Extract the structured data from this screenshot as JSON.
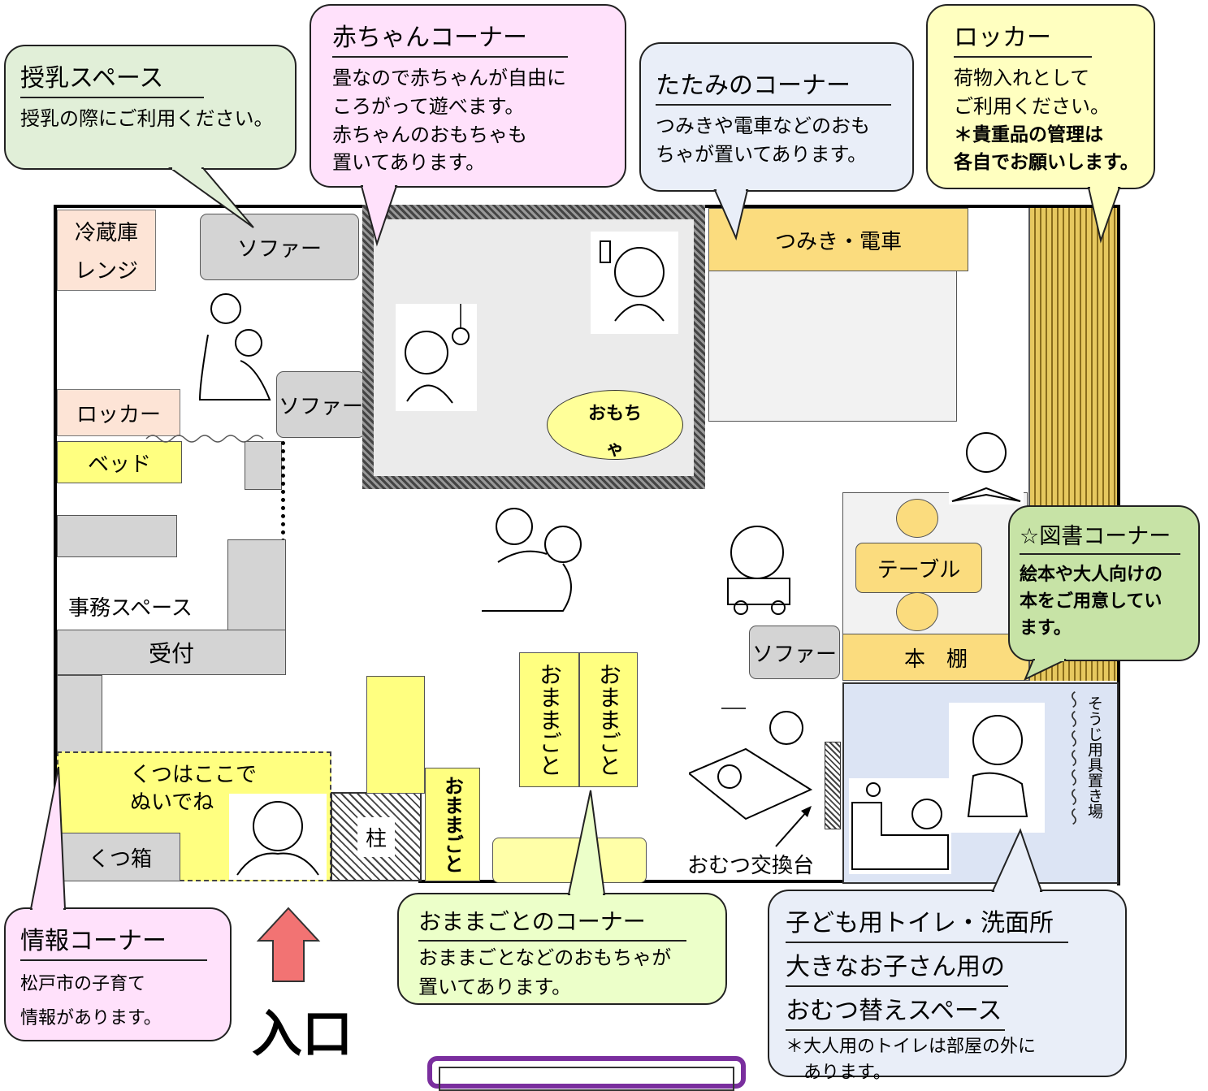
{
  "colors": {
    "green_bubble": "#e1efd8",
    "pink_bubble": "#ffe1fb",
    "blue_bubble": "#e9eef8",
    "yellow_bubble": "#ffffc0",
    "lime_bubble": "#ecffc9",
    "library_bubble": "#c7e3a6",
    "furniture_gray": "#d4d4d4",
    "furniture_yellow": "#ffff80",
    "furniture_peach": "#fde4d6",
    "furniture_gold": "#fbdc7e",
    "toilet_area": "#dce4f4",
    "locker_stripes": "#e6c85f",
    "entrance_arrow": "#f27373",
    "notice_border": "#7a2e9e"
  },
  "callouts": {
    "nursing": {
      "title": "授乳スペース",
      "body": "授乳の際にご利用ください。"
    },
    "baby_corner": {
      "title": "赤ちゃんコーナー",
      "body": "畳なので赤ちゃんが自由に\nころがって遊べます。\n赤ちゃんのおもちゃも\n置いてあります。"
    },
    "tatami_corner": {
      "title": "たたみのコーナー",
      "body": "つみきや電車などのおも\nちゃが置いてあります。"
    },
    "locker": {
      "title": "ロッカー",
      "body": "荷物入れとして\nご利用ください。",
      "note": "＊貴重品の管理は\n各自でお願いします。"
    },
    "library": {
      "title": "☆図書コーナー",
      "body": "絵本や大人向けの\n本をご用意してい\nます。"
    },
    "info": {
      "title": "情報コーナー",
      "body": "松戸市の子育て\n情報があります。"
    },
    "omamagoto_corner": {
      "title": "おままごとのコーナー",
      "body": "おままごとなどのおもちゃが\n置いてあります。"
    },
    "toilet": {
      "title_line1": "子ども用トイレ・洗面所",
      "title_line2": "大きなお子さん用の",
      "title_line3": "おむつ替えスペース",
      "note": "＊大人用のトイレは部屋の外に\n　あります。"
    }
  },
  "room_labels": {
    "fridge": "冷蔵庫",
    "range": "レンジ",
    "sofa": "ソファー",
    "locker": "ロッカー",
    "bed": "ベッド",
    "office": "事務スペース",
    "reception": "受付",
    "shoes_here": "くつはここで\nぬいでね",
    "shoe_box": "くつ箱",
    "pillar": "柱",
    "omamagoto": "おままごと",
    "blocks_trains": "つみき・電車",
    "toys": "おもち\nゃ",
    "table": "テーブル",
    "bookshelf": "本　棚",
    "diaper_table": "おむつ交換台",
    "cleaning_storage": "そうじ用具置き場",
    "entrance": "入口"
  }
}
